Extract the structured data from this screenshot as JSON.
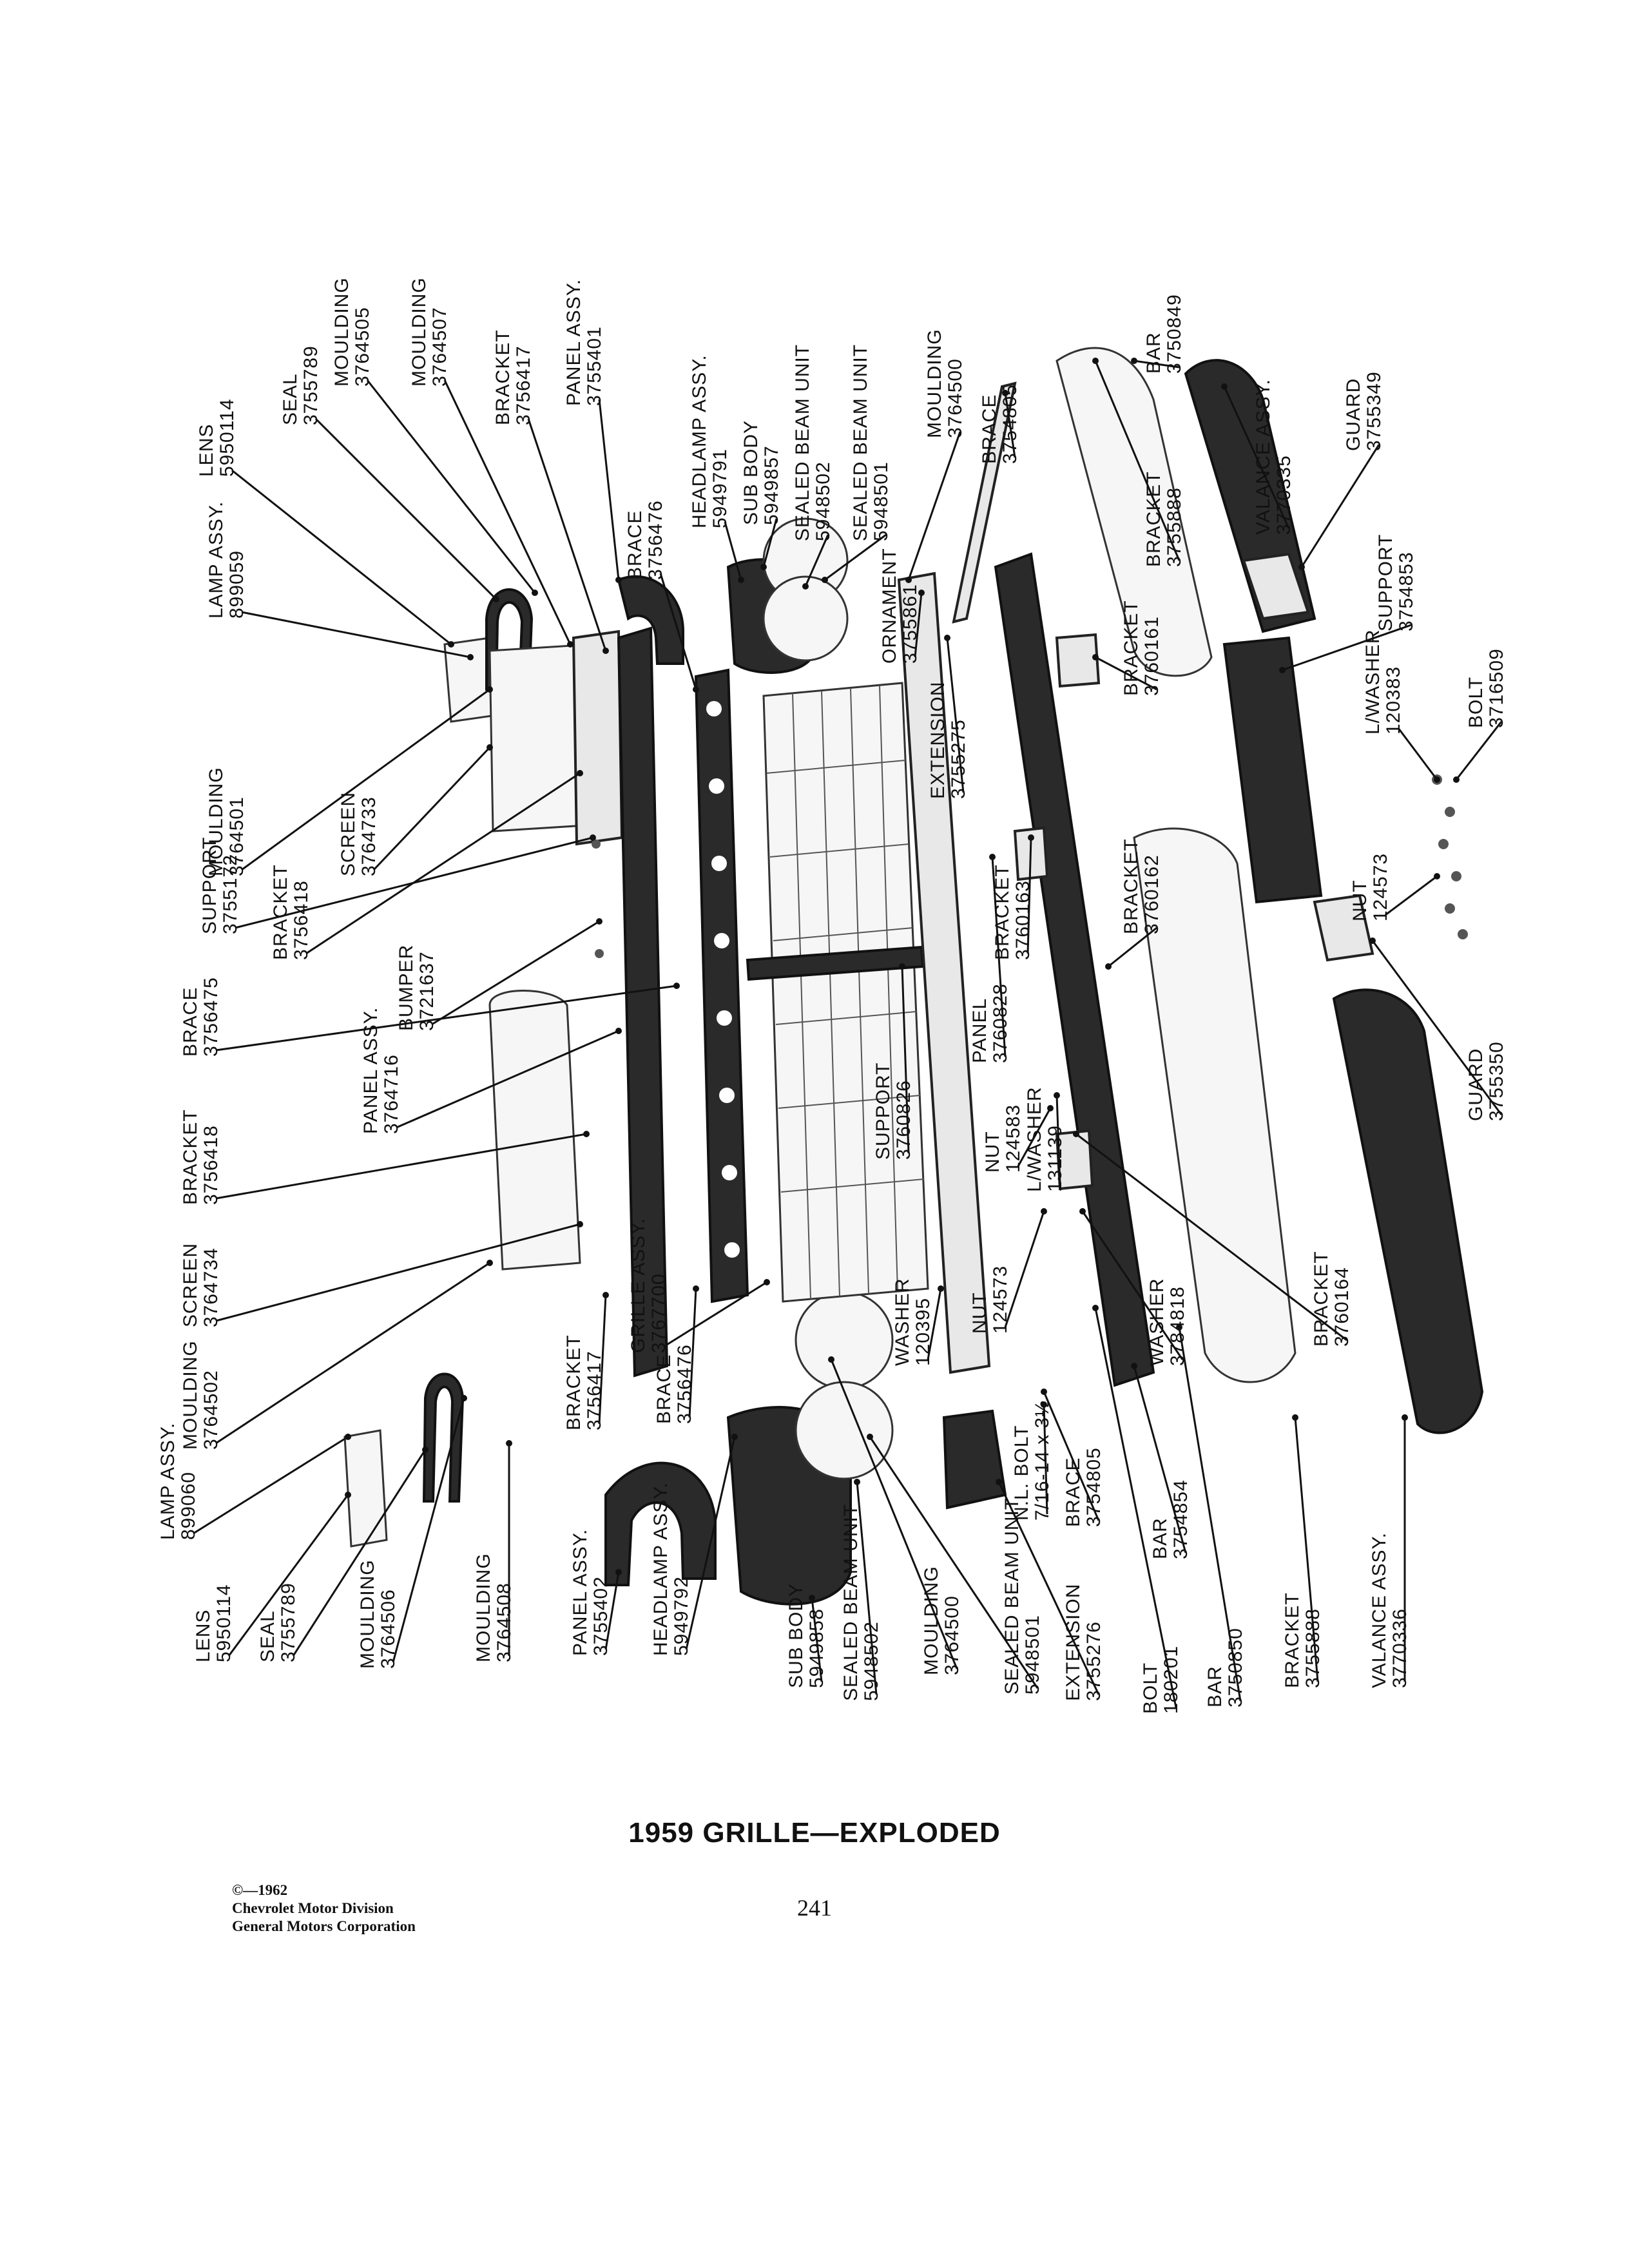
{
  "caption": {
    "title": "1959 GRILLE—EXPLODED",
    "page_number": "241",
    "credits": [
      "©—1962",
      "Chevrolet Motor Division",
      "General Motors Corporation"
    ]
  },
  "colors": {
    "ink": "#111111",
    "paper": "#ffffff"
  },
  "callouts": [
    {
      "name": "LENS",
      "number": "5950114"
    },
    {
      "name": "LAMP ASSY.",
      "number": "899059"
    },
    {
      "name": "SEAL",
      "number": "3755789"
    },
    {
      "name": "MOULDING",
      "number": "3764505"
    },
    {
      "name": "MOULDING",
      "number": "3764507"
    },
    {
      "name": "BRACKET",
      "number": "3756417"
    },
    {
      "name": "PANEL ASSY.",
      "number": "3755401"
    },
    {
      "name": "BRACE",
      "number": "3756476"
    },
    {
      "name": "HEADLAMP ASSY.",
      "number": "5949791"
    },
    {
      "name": "SUB BODY",
      "number": "5949857"
    },
    {
      "name": "SEALED BEAM UNIT",
      "number": "5948502"
    },
    {
      "name": "SEALED BEAM UNIT",
      "number": "5948501"
    },
    {
      "name": "MOULDING",
      "number": "3764500"
    },
    {
      "name": "BRACE",
      "number": "3754805"
    },
    {
      "name": "BRACKET",
      "number": "3755888"
    },
    {
      "name": "BAR",
      "number": "3750849"
    },
    {
      "name": "VALANCE ASSY.",
      "number": "3770335"
    },
    {
      "name": "GUARD",
      "number": "3755349"
    },
    {
      "name": "SUPPORT",
      "number": "3754853"
    },
    {
      "name": "ORNAMENT",
      "number": "3755861"
    },
    {
      "name": "MOULDING",
      "number": "3764501"
    },
    {
      "name": "SCREEN",
      "number": "3764733"
    },
    {
      "name": "EXTENSION",
      "number": "3755275"
    },
    {
      "name": "BRACKET",
      "number": "3760161"
    },
    {
      "name": "L/WASHER",
      "number": "120383"
    },
    {
      "name": "BOLT",
      "number": "3716509"
    },
    {
      "name": "BRACKET",
      "number": "3756418"
    },
    {
      "name": "BRACKET",
      "number": "3760163"
    },
    {
      "name": "SUPPORT",
      "number": "3755172"
    },
    {
      "name": "BRACKET",
      "number": "3760162"
    },
    {
      "name": "NUT",
      "number": "124573"
    },
    {
      "name": "BUMPER",
      "number": "3721637"
    },
    {
      "name": "PANEL",
      "number": "3760828"
    },
    {
      "name": "GUARD",
      "number": "3755350"
    },
    {
      "name": "BRACE",
      "number": "3756475"
    },
    {
      "name": "BRACKET",
      "number": "3756418"
    },
    {
      "name": "PANEL ASSY.",
      "number": "3764716"
    },
    {
      "name": "SUPPORT",
      "number": "3760826"
    },
    {
      "name": "NUT",
      "number": "124583"
    },
    {
      "name": "L/WASHER",
      "number": "131139"
    },
    {
      "name": "SCREEN",
      "number": "3764734"
    },
    {
      "name": "NUT",
      "number": "124573"
    },
    {
      "name": "MOULDING",
      "number": "3764502"
    },
    {
      "name": "GRILLE ASSY.",
      "number": "3767700"
    },
    {
      "name": "WASHER",
      "number": "120395"
    },
    {
      "name": "BRACKET",
      "number": "3760164"
    },
    {
      "name": "WASHER",
      "number": "3784818"
    },
    {
      "name": "BRACKET",
      "number": "3756417"
    },
    {
      "name": "BRACE",
      "number": "3756476"
    },
    {
      "name": "N.L. BOLT",
      "number": "7/16-14 x 3½"
    },
    {
      "name": "BRACE",
      "number": "3754805"
    },
    {
      "name": "BAR",
      "number": "3754854"
    },
    {
      "name": "LAMP ASSY.",
      "number": "899060"
    },
    {
      "name": "LENS",
      "number": "5950114"
    },
    {
      "name": "SEAL",
      "number": "3755789"
    },
    {
      "name": "MOULDING",
      "number": "3764506"
    },
    {
      "name": "MOULDING",
      "number": "3764508"
    },
    {
      "name": "PANEL ASSY.",
      "number": "3755402"
    },
    {
      "name": "HEADLAMP ASSY.",
      "number": "5949792"
    },
    {
      "name": "SUB BODY",
      "number": "5949858"
    },
    {
      "name": "SEALED BEAM UNIT",
      "number": "5948502"
    },
    {
      "name": "MOULDING",
      "number": "3764500"
    },
    {
      "name": "SEALED BEAM UNIT",
      "number": "5948501"
    },
    {
      "name": "EXTENSION",
      "number": "3755276"
    },
    {
      "name": "BOLT",
      "number": "180201"
    },
    {
      "name": "BAR",
      "number": "3750850"
    },
    {
      "name": "BRACKET",
      "number": "3755888"
    },
    {
      "name": "VALANCE ASSY.",
      "number": "3770336"
    }
  ]
}
